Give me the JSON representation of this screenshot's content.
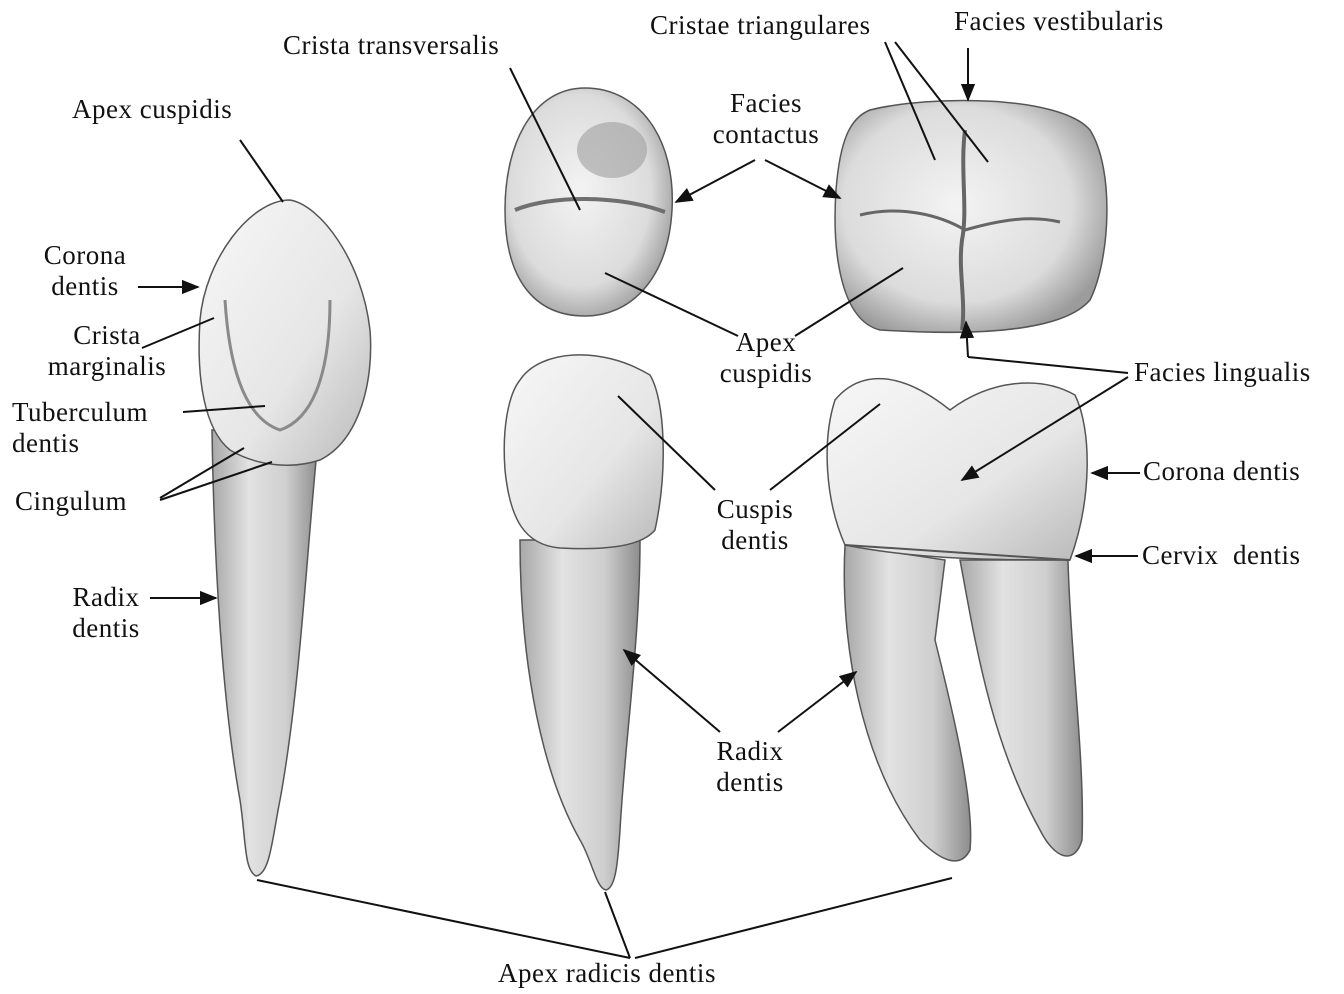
{
  "labels": {
    "crista_transversalis": "Crista transversalis",
    "cristae_triangulares": "Cristae triangulares",
    "facies_vestibularis": "Facies vestibularis",
    "apex_cuspidis_left": "Apex cuspidis",
    "facies_contactus_line1": "Facies",
    "facies_contactus_line2": "contactus",
    "corona_dentis_left_line1": "Corona",
    "corona_dentis_left_line2": "dentis",
    "crista_marginalis_line1": "Crista",
    "crista_marginalis_line2": "marginalis",
    "tuberculum_dentis_line1": "Tuberculum",
    "tuberculum_dentis_line2": "dentis",
    "cingulum": "Cingulum",
    "radix_dentis_left_line1": "Radix",
    "radix_dentis_left_line2": "dentis",
    "apex_cuspidis_center_line1": "Apex",
    "apex_cuspidis_center_line2": "cuspidis",
    "facies_lingualis": "Facies lingualis",
    "corona_dentis_right": "Corona dentis",
    "cuspis_dentis_line1": "Cuspis",
    "cuspis_dentis_line2": "dentis",
    "cervix_dentis": "Cervix  dentis",
    "radix_dentis_center_line1": "Radix",
    "radix_dentis_center_line2": "dentis",
    "apex_radicis_dentis": "Apex radicis dentis"
  },
  "colors": {
    "ink": "#111111",
    "enamel": "#ececec",
    "root": "#d2d2d2",
    "shadow": "#9a9a9a"
  }
}
